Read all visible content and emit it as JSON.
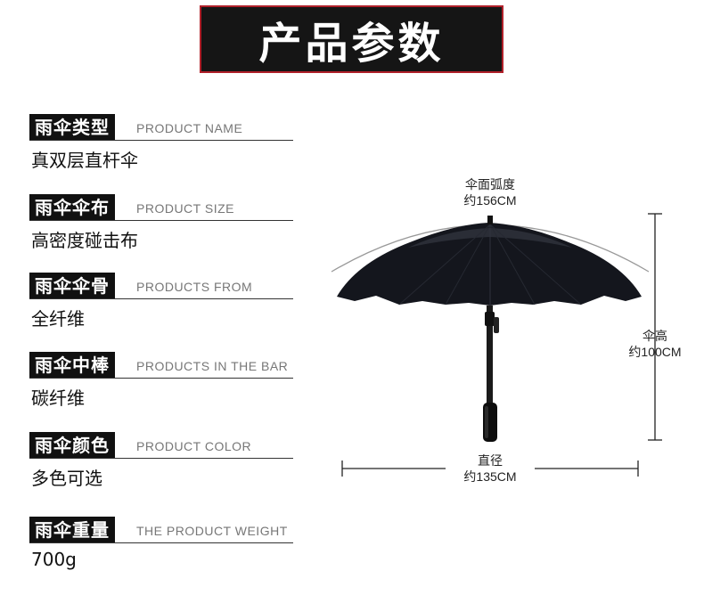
{
  "banner": {
    "title": "产品参数"
  },
  "specs": [
    {
      "label": "雨伞类型",
      "en": "PRODUCT NAME",
      "value": "真双层直杆伞"
    },
    {
      "label": "雨伞伞布",
      "en": "PRODUCT SIZE",
      "value": "高密度碰击布"
    },
    {
      "label": "雨伞伞骨",
      "en": "PRODUCTS FROM",
      "value": "全纤维"
    },
    {
      "label": "雨伞中棒",
      "en": "PRODUCTS IN THE BAR",
      "value": "碳纤维"
    },
    {
      "label": "雨伞颜色",
      "en": "PRODUCT COLOR",
      "value": "多色可选"
    },
    {
      "label": "雨伞重量",
      "en": "THE PRODUCT WEIGHT",
      "value": "700g"
    }
  ],
  "diagram": {
    "arc": {
      "label": "伞面弧度",
      "value": "约156CM"
    },
    "height": {
      "label": "伞高",
      "value": "约100CM"
    },
    "diameter": {
      "label": "直径",
      "value": "约135CM"
    }
  },
  "colors": {
    "banner_bg": "#151515",
    "banner_border": "#b0202a",
    "label_bg": "#111111",
    "canopy": "#14161d"
  }
}
